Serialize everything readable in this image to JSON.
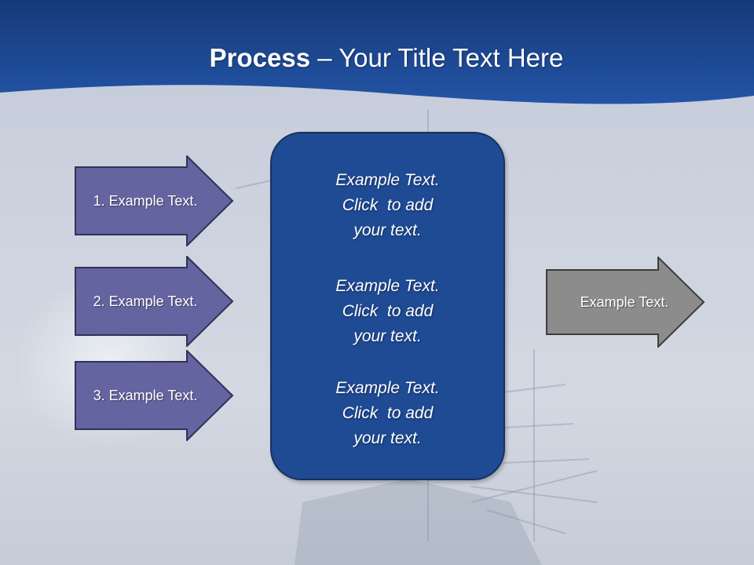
{
  "title": {
    "bold": "Process",
    "rest": " – Your Title Text Here"
  },
  "inputs": [
    {
      "label": "1. Example Text."
    },
    {
      "label": "2. Example Text."
    },
    {
      "label": "3. Example Text."
    }
  ],
  "center_box": {
    "blocks": [
      {
        "lines": [
          "Example Text.",
          "Click  to add",
          "your text."
        ]
      },
      {
        "lines": [
          "Example Text.",
          "Click  to add",
          "your text."
        ]
      },
      {
        "lines": [
          "Example Text.",
          "Click  to add",
          "your text."
        ]
      }
    ]
  },
  "output": {
    "label": "Example Text."
  },
  "colors": {
    "header_blue": "#1f4a94",
    "input_arrow": "#6464a0",
    "center_box": "#1f4a94",
    "output_arrow": "#8c8c8c",
    "outline": "#2e3356"
  }
}
